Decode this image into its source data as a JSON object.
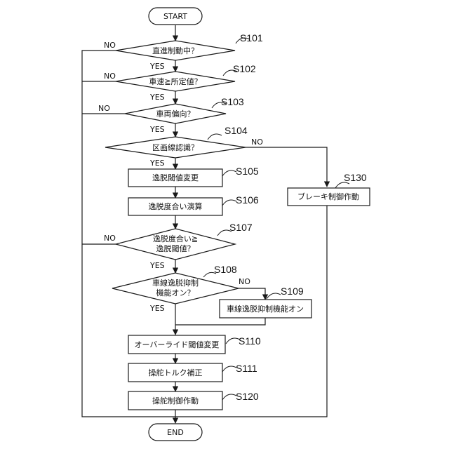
{
  "flowchart": {
    "terminals": {
      "start": "START",
      "end": "END"
    },
    "decisions": {
      "d1": {
        "step": "S101",
        "text": "直進制動中？"
      },
      "d2": {
        "step": "S102",
        "text": "車速≧所定値？"
      },
      "d3": {
        "step": "S103",
        "text": "車両偏向？"
      },
      "d4": {
        "step": "S104",
        "text": "区画線認識？"
      },
      "d5": {
        "step": "S107",
        "line1": "逸脱度合い≧",
        "line2": "逸脱閾値？"
      },
      "d6": {
        "step": "S108",
        "line1": "車線逸脱抑制",
        "line2": "機能オン？"
      }
    },
    "processes": {
      "p105": {
        "step": "S105",
        "text": "逸脱閾値変更"
      },
      "p106": {
        "step": "S106",
        "text": "逸脱度合い演算"
      },
      "p109": {
        "step": "S109",
        "text": "車線逸脱抑制機能オン"
      },
      "p110": {
        "step": "S110",
        "text": "オーバーライド閾値変更"
      },
      "p111": {
        "step": "S111",
        "text": "操舵トルク補正"
      },
      "p120": {
        "step": "S120",
        "text": "操舵制御作動"
      },
      "p130": {
        "step": "S130",
        "text": "ブレーキ制御作動"
      }
    },
    "branch_labels": {
      "yes": "YES",
      "no": "NO"
    }
  }
}
